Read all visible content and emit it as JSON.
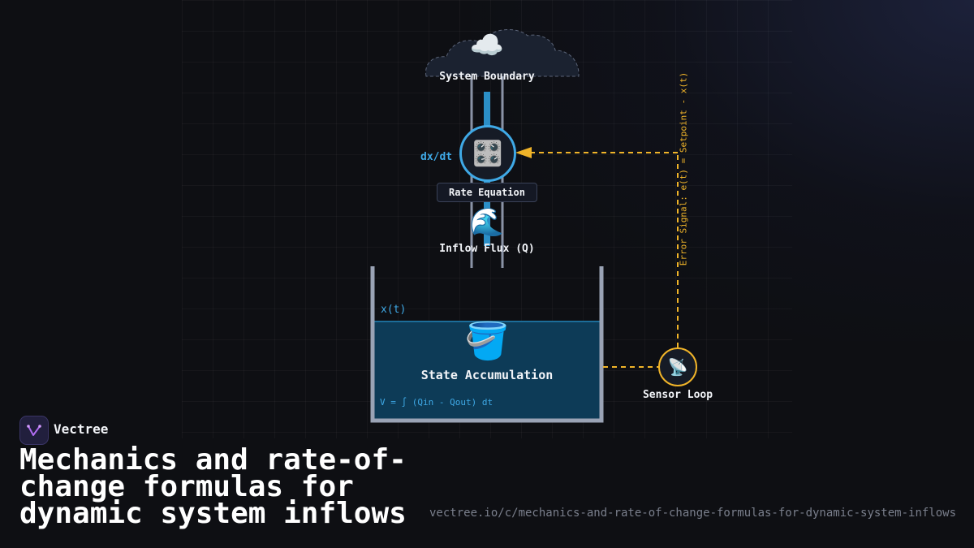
{
  "brand": {
    "name": "Vectree"
  },
  "title": "Mechanics and rate-of-change formulas for dynamic system inflows",
  "url": "vectree.io/c/mechanics-and-rate-of-change-formulas-for-dynamic-system-inflows",
  "diagram": {
    "boundary": {
      "label": "System Boundary",
      "icon": "cloud-icon"
    },
    "rate_node": {
      "symbol": "dx/dt",
      "label": "Rate Equation",
      "icon": "control-knobs-icon"
    },
    "inflow": {
      "label": "Inflow Flux (Q)",
      "icon": "water-wave-icon"
    },
    "state": {
      "variable": "x(t)",
      "label": "State Accumulation",
      "formula": "V = ∫ (Qin - Qout) dt",
      "icon": "bucket-icon"
    },
    "sensor": {
      "label": "Sensor Loop",
      "icon": "satellite-antenna-icon"
    },
    "error_signal": {
      "label": "Error Signal: e(t) = Setpoint - x(t)"
    }
  },
  "colors": {
    "accent_blue": "#3fa9e6",
    "accent_amber": "#f0b429",
    "pipe_gray": "#9aa3b5",
    "water": "#0d3b57",
    "background": "#0e0f13"
  }
}
